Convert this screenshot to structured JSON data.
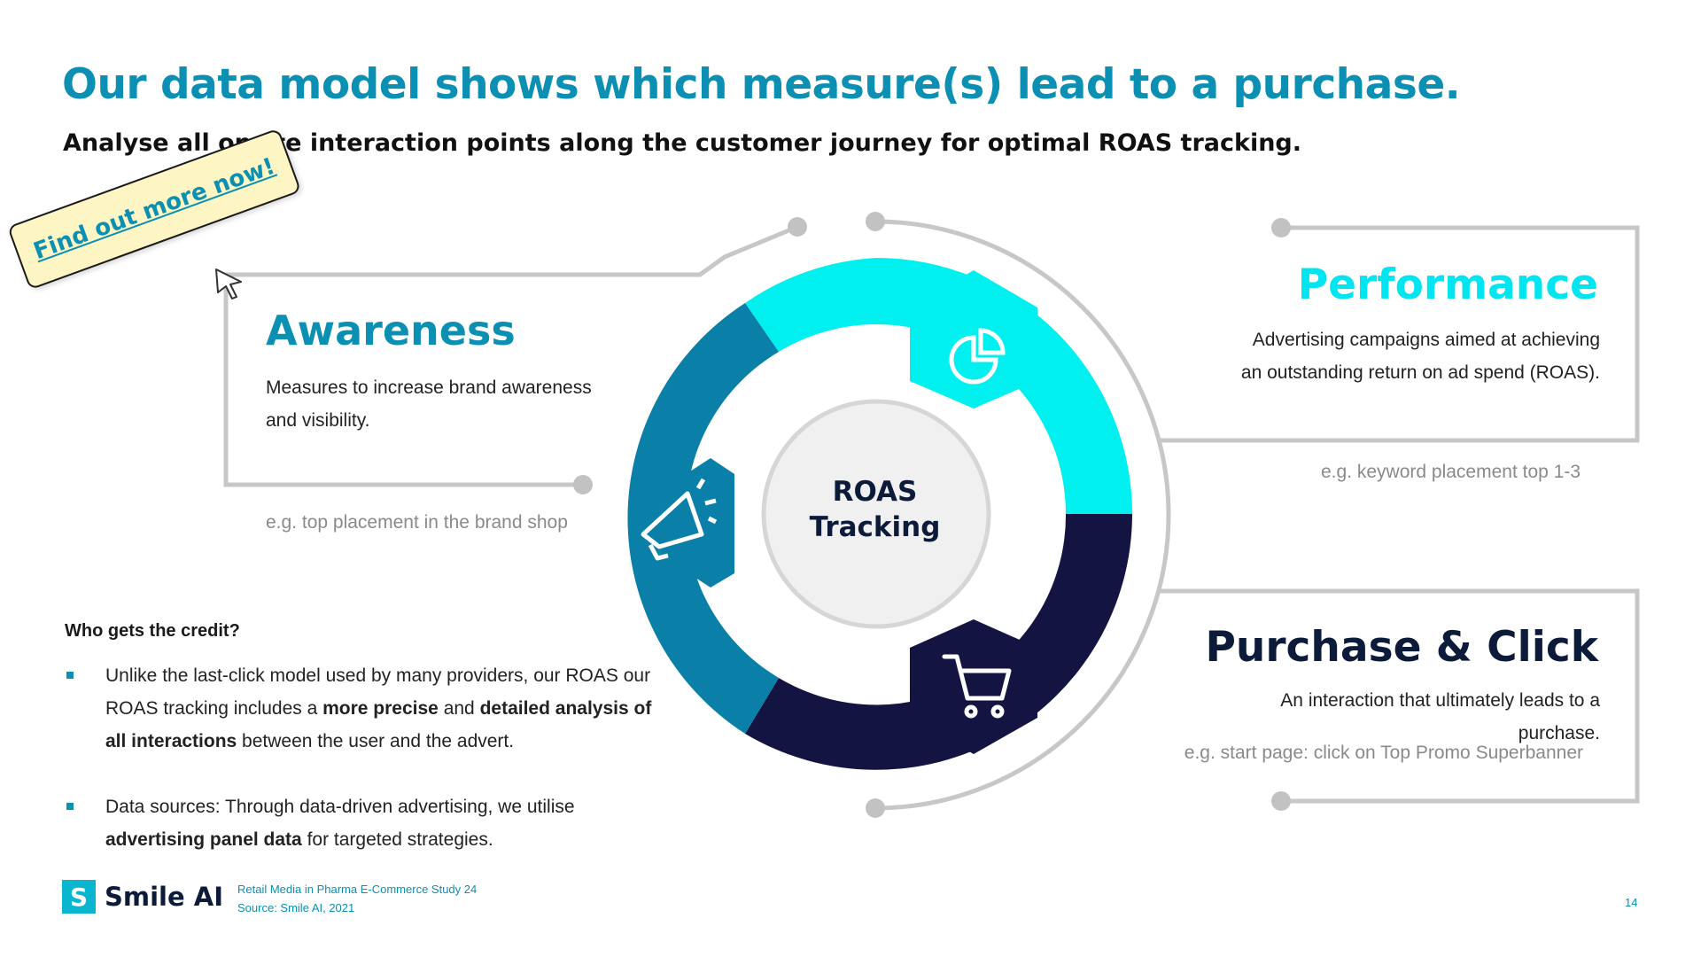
{
  "header": {
    "title": "Our data model shows which measure(s) lead to a purchase.",
    "subtitle": "Analyse all onsite interaction points along the customer journey for optimal ROAS tracking."
  },
  "cta": {
    "label": "Find out more now!"
  },
  "center": {
    "line1": "ROAS",
    "line2": "Tracking"
  },
  "awareness": {
    "title": "Awareness",
    "description_line1": "Measures to increase brand awareness",
    "description_line2": "and visibility.",
    "example": "e.g. top placement in the brand shop",
    "icon": "megaphone-icon"
  },
  "performance": {
    "title": "Performance",
    "description_line1": "Advertising campaigns aimed at achieving",
    "description_line2": "an outstanding return on ad spend (ROAS).",
    "example": "e.g. keyword placement top 1-3",
    "icon": "pie-chart-icon"
  },
  "purchase": {
    "title": "Purchase & Click",
    "description_line1": "An interaction that ultimately leads to a",
    "description_line2": "purchase.",
    "example": "e.g. start page: click on Top Promo Superbanner",
    "icon": "shopping-cart-icon"
  },
  "credit": {
    "title": "Who gets the credit?",
    "bullet1": {
      "p1": "Unlike the last-click model used by many providers, our ROAS our ROAS tracking includes a ",
      "b1": "more precise",
      "p2": " and ",
      "b2": "detailed analysis of all interactions",
      "p3": " between the user and the advert."
    },
    "bullet2": {
      "p1": "Data sources: Through data-driven advertising, we utilise ",
      "b1": "advertising panel data",
      "p2": " for targeted strategies."
    }
  },
  "footer": {
    "logo_mark": "S",
    "logo_name": "Smile AI",
    "source_line1": "Retail Media in Pharma E-Commerce Study 24",
    "source_line2": "Source: Smile AI, 2021",
    "page_number": "14"
  },
  "colors": {
    "brand_teal": "#0b8fb3",
    "cyan": "#00f0f0",
    "navy": "#141442",
    "ring_blue": "#0a80a8",
    "cta_yellow": "#fdf6c4"
  }
}
